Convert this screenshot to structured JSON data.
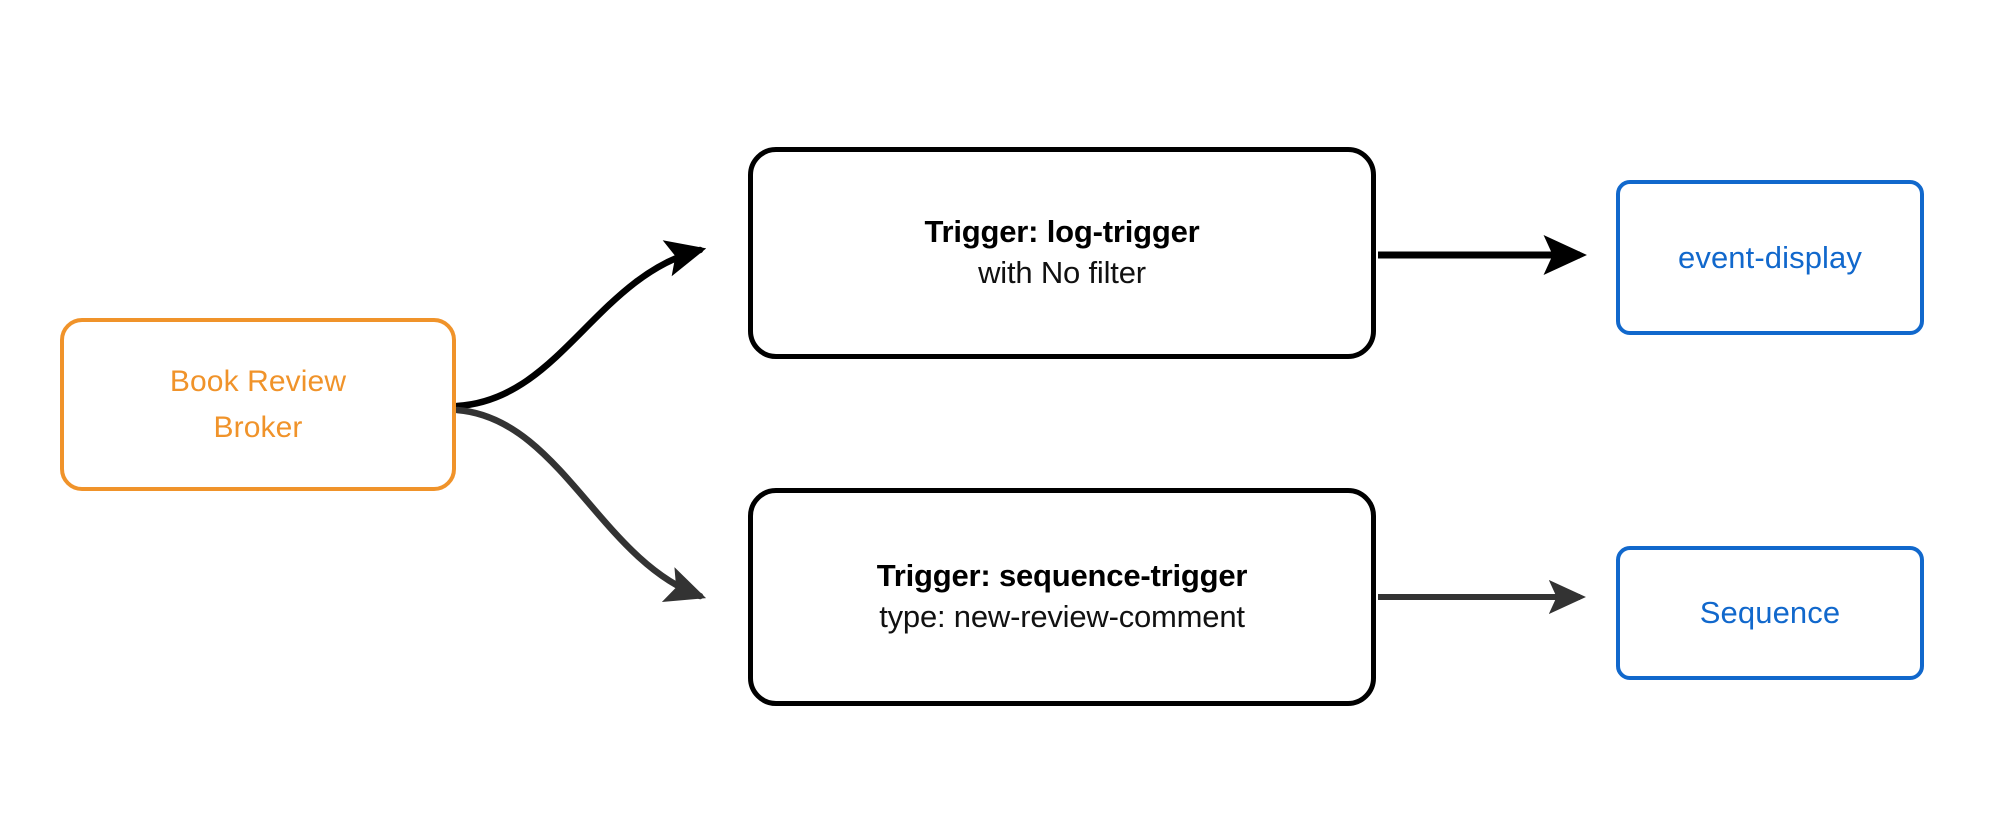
{
  "diagram": {
    "type": "flow-diagram",
    "background_color": "#ffffff",
    "colors": {
      "broker": "#F0932A",
      "trigger": "#000000",
      "target": "#1168CC",
      "edge_primary": "#000000",
      "edge_secondary": "#333333"
    },
    "nodes": {
      "broker": {
        "id": "book-review-broker",
        "line1": "Book Review",
        "line2": "Broker",
        "shape": "rounded-rectangle",
        "color": "#F0932A"
      },
      "trigger_log": {
        "id": "log-trigger",
        "title": "Trigger: log-trigger",
        "subtitle": "with No filter",
        "shape": "rounded-rectangle",
        "color": "#000000"
      },
      "trigger_sequence": {
        "id": "sequence-trigger",
        "title": "Trigger: sequence-trigger",
        "subtitle": "type: new-review-comment",
        "shape": "rounded-rectangle",
        "color": "#000000"
      },
      "target_event_display": {
        "id": "event-display",
        "label": "event-display",
        "shape": "rounded-rectangle",
        "color": "#1168CC"
      },
      "target_sequence": {
        "id": "sequence",
        "label": "Sequence",
        "shape": "rounded-rectangle",
        "color": "#1168CC"
      }
    },
    "edges": [
      {
        "id": "broker-to-log-trigger",
        "from": "book-review-broker",
        "to": "log-trigger",
        "style": "curved",
        "color": "#000000",
        "arrowhead": "filled-triangle",
        "label": ""
      },
      {
        "id": "broker-to-sequence-trigger",
        "from": "book-review-broker",
        "to": "sequence-trigger",
        "style": "curved",
        "color": "#333333",
        "arrowhead": "filled-triangle",
        "label": ""
      },
      {
        "id": "log-trigger-to-event-display",
        "from": "log-trigger",
        "to": "event-display",
        "style": "straight",
        "color": "#000000",
        "arrowhead": "filled-triangle",
        "label": ""
      },
      {
        "id": "sequence-trigger-to-sequence",
        "from": "sequence-trigger",
        "to": "sequence",
        "style": "straight",
        "color": "#333333",
        "arrowhead": "filled-triangle",
        "label": ""
      }
    ]
  }
}
